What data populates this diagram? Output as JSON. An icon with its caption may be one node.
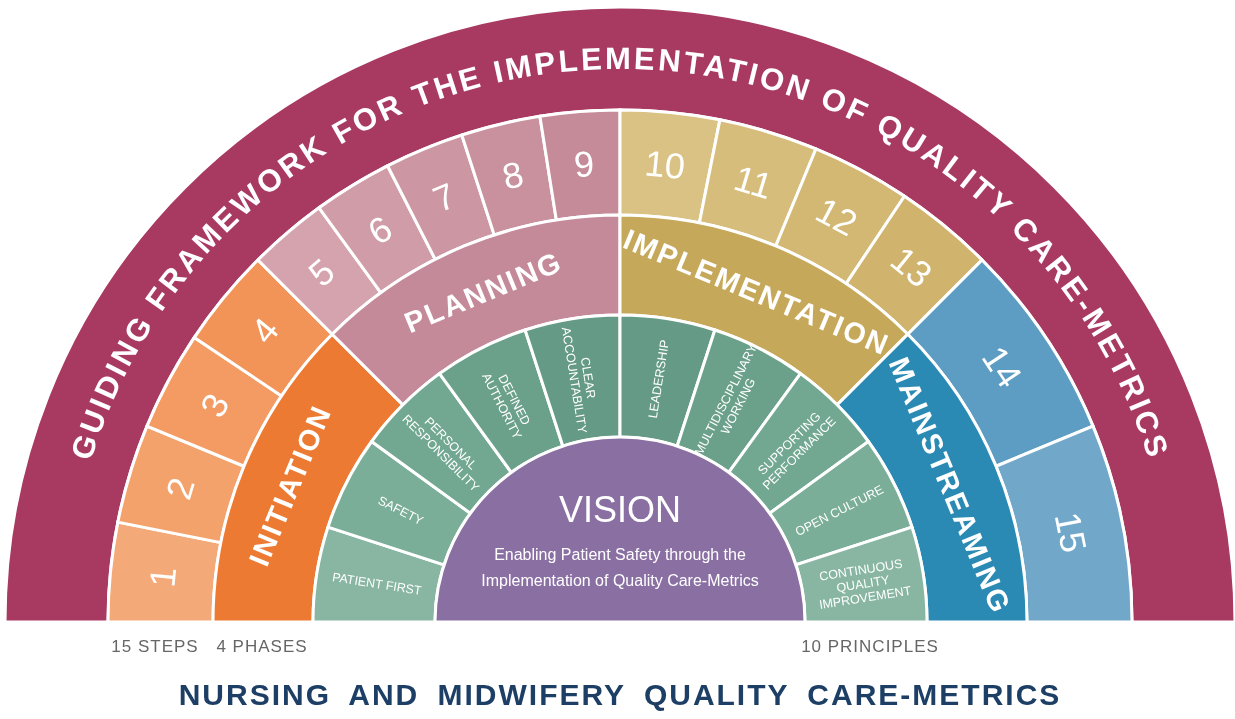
{
  "diagram": {
    "title": "NURSING AND MIDWIFERY QUALITY CARE-METRICS",
    "nodes": [
      {
        "text": [
          "GUIDING FRAMEWORK FOR THE IMPLEMENTATION OF QUALITY CARE-METRICS"
        ]
      },
      {
        "text": [
          "1"
        ]
      },
      {
        "text": [
          "2"
        ]
      },
      {
        "text": [
          "3"
        ]
      },
      {
        "text": [
          "4"
        ]
      },
      {
        "text": [
          "5"
        ]
      },
      {
        "text": [
          "6"
        ]
      },
      {
        "text": [
          "7"
        ]
      },
      {
        "text": [
          "8"
        ]
      },
      {
        "text": [
          "9"
        ]
      },
      {
        "text": [
          "10"
        ]
      },
      {
        "text": [
          "11"
        ]
      },
      {
        "text": [
          "12"
        ]
      },
      {
        "text": [
          "13"
        ]
      },
      {
        "text": [
          "14"
        ]
      },
      {
        "text": [
          "15"
        ]
      },
      {
        "text": [
          "INITIATION"
        ]
      },
      {
        "text": [
          "PLANNING"
        ]
      },
      {
        "text": [
          "IMPLEMENTATION"
        ]
      },
      {
        "text": [
          "MAINSTREAMING"
        ]
      },
      {
        "text": [
          "PATIENT FIRST"
        ]
      },
      {
        "text": [
          "SAFETY"
        ]
      },
      {
        "text": [
          "PERSONAL RESPONSIBILITY"
        ]
      },
      {
        "text": [
          "DEFINED AUTHORITY"
        ]
      },
      {
        "text": [
          "CLEAR ACCOUNTABILITY"
        ]
      },
      {
        "text": [
          "LEADERSHIP"
        ]
      },
      {
        "text": [
          "MULTIDISCIPLINARY WORKING"
        ]
      },
      {
        "text": [
          "SUPPORTING PERFORMANCE"
        ]
      },
      {
        "text": [
          "OPEN CULTURE"
        ]
      },
      {
        "text": [
          "CONTINUOUS QUALITY IMPROVEMENT"
        ]
      },
      {
        "text": [
          "VISION",
          "Enabling Patient Safety through the Implementation of Quality Care-Metrics"
        ]
      }
    ],
    "labels": [
      "15 STEPS",
      "4 PHASES",
      "10 PRINCIPLES"
    ]
  }
}
